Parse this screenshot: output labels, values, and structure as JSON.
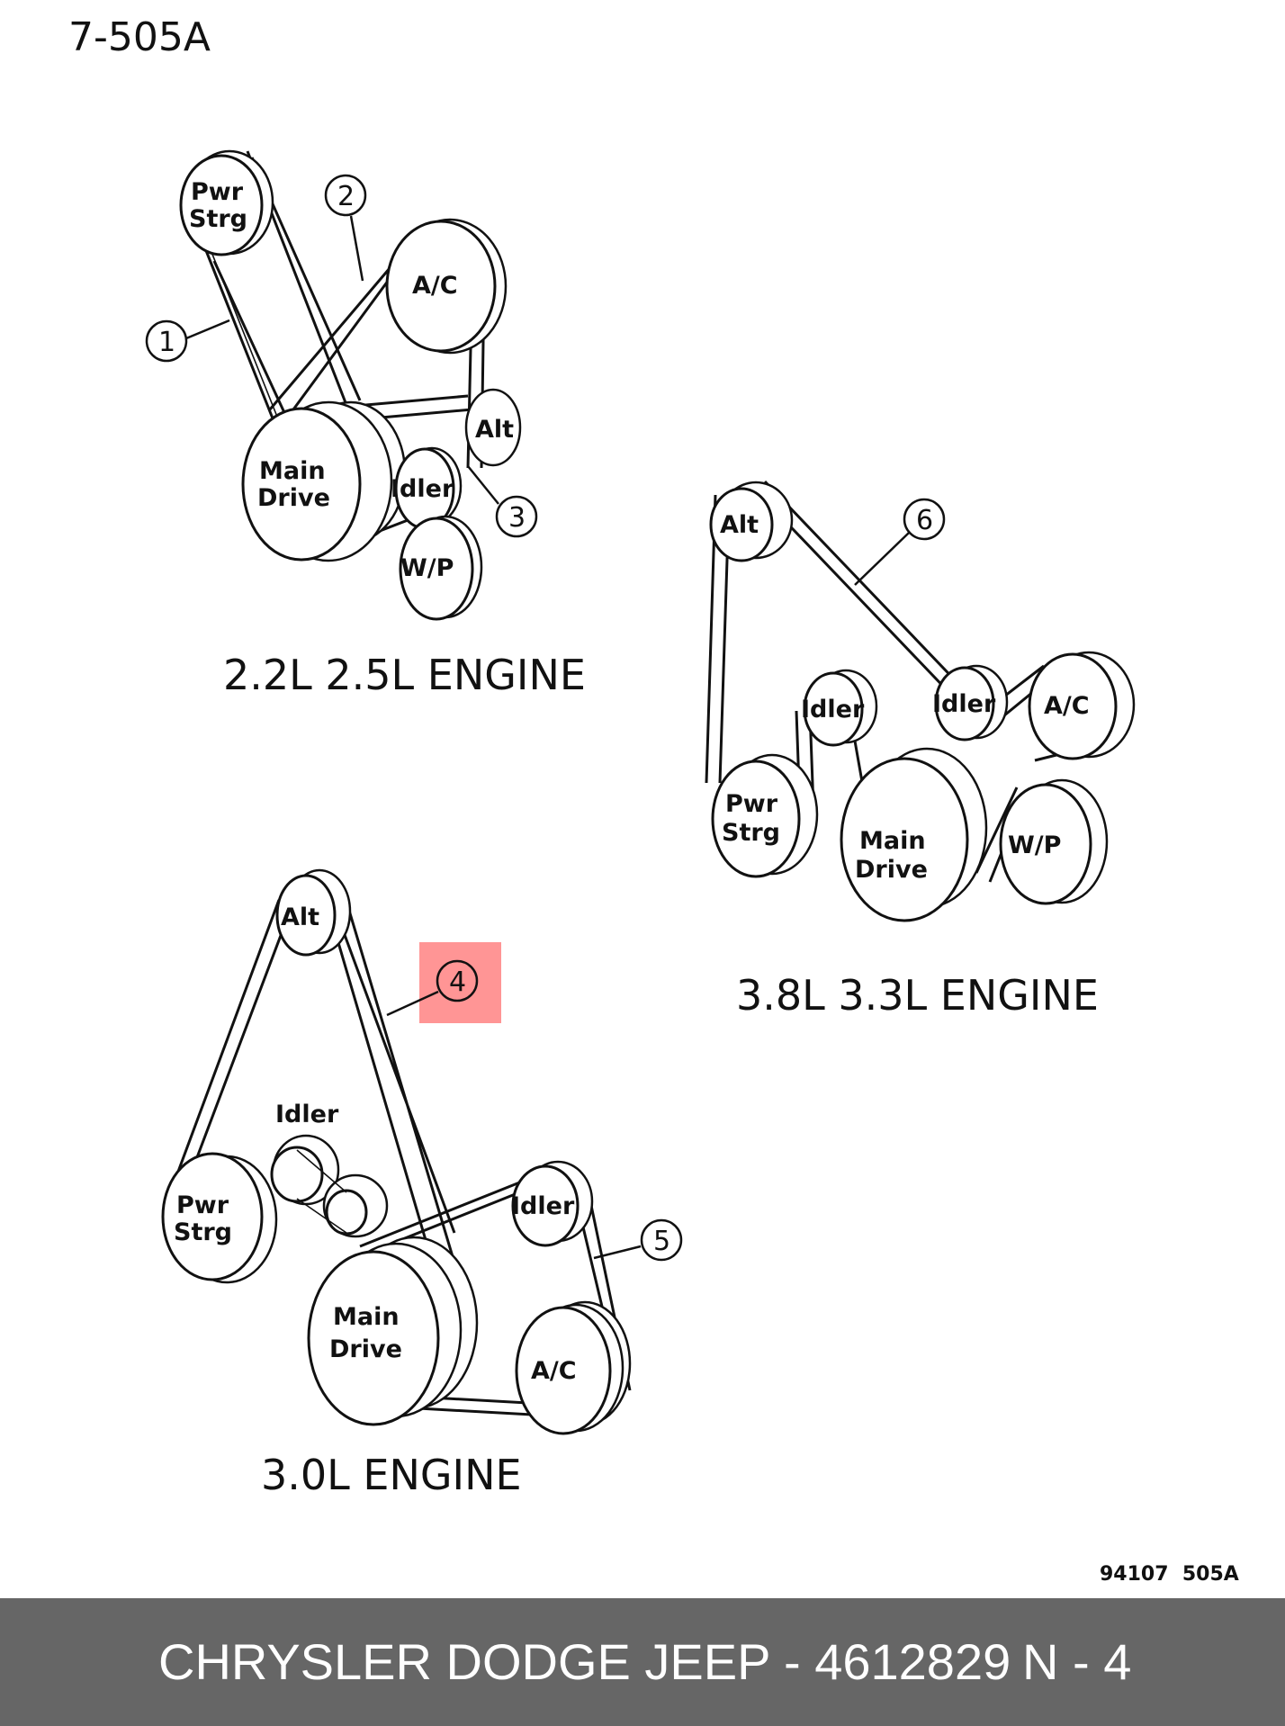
{
  "sheet_code": "7-505A",
  "figure_code": "94107  505A",
  "engines": {
    "e22": {
      "caption": "2.2L  2.5L  ENGINE",
      "pulleys": {
        "pwr": "Pwr",
        "strg": "Strg",
        "ac": "A/C",
        "alt": "Alt",
        "main": "Main",
        "drive": "Drive",
        "idler": "Idler",
        "wp": "W/P"
      },
      "callouts": [
        "1",
        "2",
        "3"
      ]
    },
    "e38": {
      "caption": "3.8L  3.3L  ENGINE",
      "pulleys": {
        "alt": "Alt",
        "idler_left": "Idler",
        "idler_right": "Idler",
        "ac": "A/C",
        "pwr": "Pwr",
        "strg": "Strg",
        "main": "Main",
        "drive": "Drive",
        "wp": "W/P"
      },
      "callouts": [
        "6"
      ]
    },
    "e30": {
      "caption": "3.0L  ENGINE",
      "pulleys": {
        "alt": "Alt",
        "idler_top": "Idler",
        "pwr": "Pwr",
        "strg": "Strg",
        "idler_right": "Idler",
        "main": "Main",
        "drive": "Drive",
        "ac": "A/C"
      },
      "callouts": [
        "4",
        "5"
      ]
    }
  },
  "highlight": {
    "callout": "4",
    "color": "#ff8a8a"
  },
  "footer": {
    "title": "CHRYSLER DODGE JEEP - 4612829",
    "page": "N - 4",
    "background": "#666666"
  }
}
